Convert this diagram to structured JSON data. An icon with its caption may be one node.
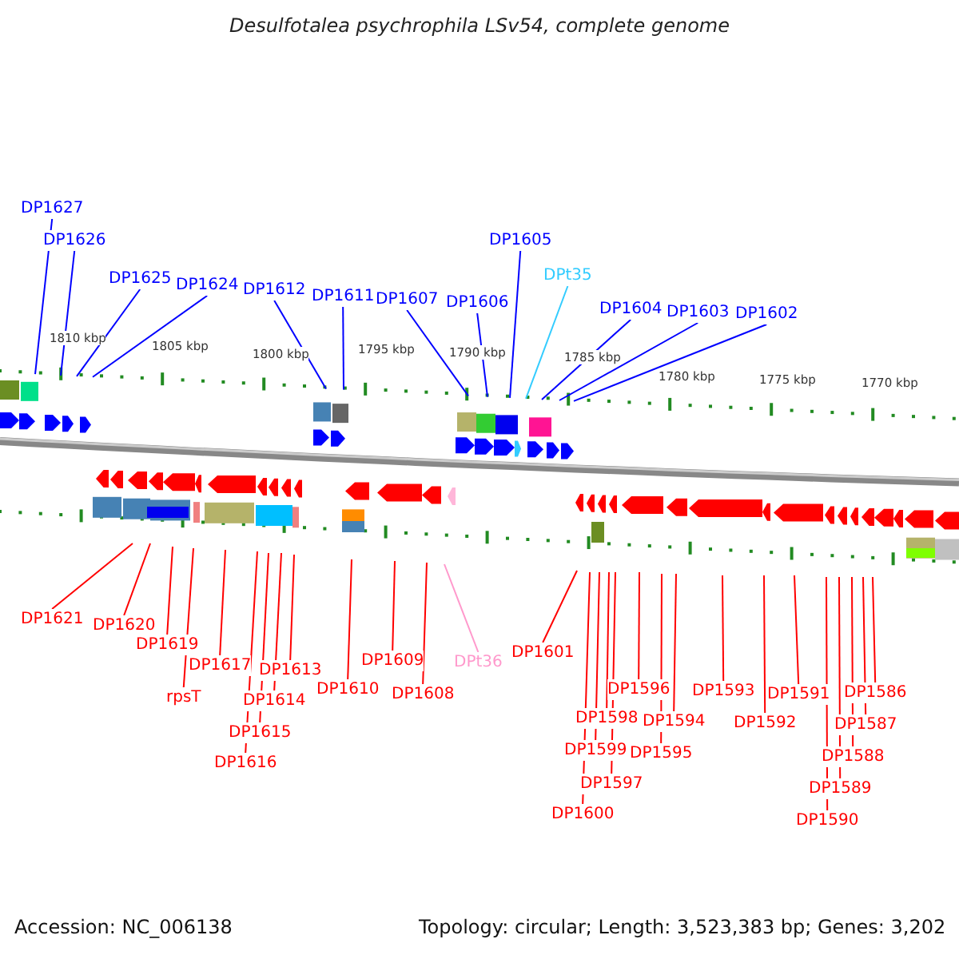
{
  "diagram": {
    "title": "Desulfotalea psychrophila LSv54, complete genome",
    "nodes": [
      {
        "text": [
          "DP1627"
        ]
      },
      {
        "text": [
          "DP1626"
        ]
      },
      {
        "text": [
          "DP1625"
        ]
      },
      {
        "text": [
          "DP1624"
        ]
      },
      {
        "text": [
          "DP1612"
        ]
      },
      {
        "text": [
          "DP1611"
        ]
      },
      {
        "text": [
          "DP1607"
        ]
      },
      {
        "text": [
          "DP1606"
        ]
      },
      {
        "text": [
          "DP1605"
        ]
      },
      {
        "text": [
          "DPt35"
        ]
      },
      {
        "text": [
          "DP1604"
        ]
      },
      {
        "text": [
          "DP1603"
        ]
      },
      {
        "text": [
          "DP1602"
        ]
      },
      {
        "text": [
          "DP1621"
        ]
      },
      {
        "text": [
          "DP1620"
        ]
      },
      {
        "text": [
          "DP1619"
        ]
      },
      {
        "text": [
          "rpsT"
        ]
      },
      {
        "text": [
          "DP1617"
        ]
      },
      {
        "text": [
          "DP1616"
        ]
      },
      {
        "text": [
          "DP1615"
        ]
      },
      {
        "text": [
          "DP1614"
        ]
      },
      {
        "text": [
          "DP1613"
        ]
      },
      {
        "text": [
          "DP1610"
        ]
      },
      {
        "text": [
          "DP1609"
        ]
      },
      {
        "text": [
          "DP1608"
        ]
      },
      {
        "text": [
          "DPt36"
        ]
      },
      {
        "text": [
          "DP1601"
        ]
      },
      {
        "text": [
          "DP1600"
        ]
      },
      {
        "text": [
          "DP1599"
        ]
      },
      {
        "text": [
          "DP1598"
        ]
      },
      {
        "text": [
          "DP1597"
        ]
      },
      {
        "text": [
          "DP1596"
        ]
      },
      {
        "text": [
          "DP1595"
        ]
      },
      {
        "text": [
          "DP1594"
        ]
      },
      {
        "text": [
          "DP1593"
        ]
      },
      {
        "text": [
          "DP1592"
        ]
      },
      {
        "text": [
          "DP1591"
        ]
      },
      {
        "text": [
          "DP1590"
        ]
      },
      {
        "text": [
          "DP1589"
        ]
      },
      {
        "text": [
          "DP1588"
        ]
      },
      {
        "text": [
          "DP1587"
        ]
      },
      {
        "text": [
          "DP1586"
        ]
      }
    ],
    "edges": [
      {
        "from": 0,
        "to": null,
        "arrow": "none",
        "color": "#0000ff"
      },
      {
        "from": 1,
        "to": null,
        "arrow": "none",
        "color": "#0000ff"
      },
      {
        "from": 2,
        "to": null,
        "arrow": "none",
        "color": "#0000ff"
      },
      {
        "from": 3,
        "to": null,
        "arrow": "none",
        "color": "#0000ff"
      },
      {
        "from": 4,
        "to": null,
        "arrow": "none",
        "color": "#0000ff"
      },
      {
        "from": 5,
        "to": null,
        "arrow": "none",
        "color": "#0000ff"
      },
      {
        "from": 6,
        "to": null,
        "arrow": "none",
        "color": "#0000ff"
      },
      {
        "from": 7,
        "to": null,
        "arrow": "none",
        "color": "#0000ff"
      },
      {
        "from": 8,
        "to": null,
        "arrow": "none",
        "color": "#0000ff"
      },
      {
        "from": 9,
        "to": null,
        "arrow": "none",
        "color": "#33ccff"
      },
      {
        "from": 10,
        "to": null,
        "arrow": "none",
        "color": "#0000ff"
      },
      {
        "from": 11,
        "to": null,
        "arrow": "none",
        "color": "#0000ff"
      },
      {
        "from": 12,
        "to": null,
        "arrow": "none",
        "color": "#0000ff"
      },
      {
        "from": 13,
        "to": null,
        "arrow": "none"
      },
      {
        "from": 14,
        "to": null,
        "arrow": "none"
      },
      {
        "from": 15,
        "to": null,
        "arrow": "none"
      },
      {
        "from": 16,
        "to": null,
        "arrow": "none"
      },
      {
        "from": 17,
        "to": null,
        "arrow": "none"
      },
      {
        "from": 18,
        "to": null,
        "arrow": "none"
      },
      {
        "from": 19,
        "to": null,
        "arrow": "none"
      },
      {
        "from": 20,
        "to": null,
        "arrow": "none"
      },
      {
        "from": 21,
        "to": null,
        "arrow": "none"
      },
      {
        "from": 22,
        "to": null,
        "arrow": "none"
      },
      {
        "from": 23,
        "to": null,
        "arrow": "none"
      },
      {
        "from": 24,
        "to": null,
        "arrow": "none"
      },
      {
        "from": 25,
        "to": null,
        "arrow": "none",
        "color": "#ff99cc"
      },
      {
        "from": 26,
        "to": null,
        "arrow": "none"
      },
      {
        "from": 27,
        "to": null,
        "arrow": "none"
      },
      {
        "from": 28,
        "to": null,
        "arrow": "none"
      },
      {
        "from": 29,
        "to": null,
        "arrow": "none"
      },
      {
        "from": 30,
        "to": null,
        "arrow": "none"
      },
      {
        "from": 31,
        "to": null,
        "arrow": "none"
      },
      {
        "from": 32,
        "to": null,
        "arrow": "none"
      },
      {
        "from": 33,
        "to": null,
        "arrow": "none"
      },
      {
        "from": 34,
        "to": null,
        "arrow": "none"
      },
      {
        "from": 35,
        "to": null,
        "arrow": "none"
      },
      {
        "from": 36,
        "to": null,
        "arrow": "none"
      },
      {
        "from": 37,
        "to": null,
        "arrow": "none"
      },
      {
        "from": 38,
        "to": null,
        "arrow": "none"
      },
      {
        "from": 39,
        "to": null,
        "arrow": "none"
      },
      {
        "from": 40,
        "to": null,
        "arrow": "none"
      },
      {
        "from": 41,
        "to": null,
        "arrow": "none"
      }
    ],
    "labels": [
      "1810 kbp",
      "1805 kbp",
      "1800 kbp",
      "1795 kbp",
      "1790 kbp",
      "1785 kbp",
      "1780 kbp",
      "1775 kbp",
      "1770 kbp",
      "Accession: NC_006138",
      "Topology: circular; Length: 3,523,383 bp; Genes: 3,202"
    ]
  }
}
